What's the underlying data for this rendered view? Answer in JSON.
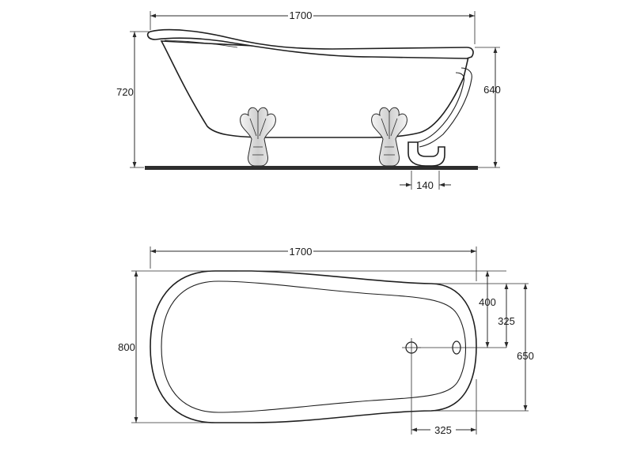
{
  "side_view": {
    "length_label": "1700",
    "height_total_label": "720",
    "height_rim_label": "640",
    "drain_offset_label": "140"
  },
  "top_view": {
    "length_label": "1700",
    "width_label": "800",
    "dim_400_label": "400",
    "dim_325_vertical_label": "325",
    "dim_650_label": "650",
    "dim_325_horizontal_label": "325"
  }
}
